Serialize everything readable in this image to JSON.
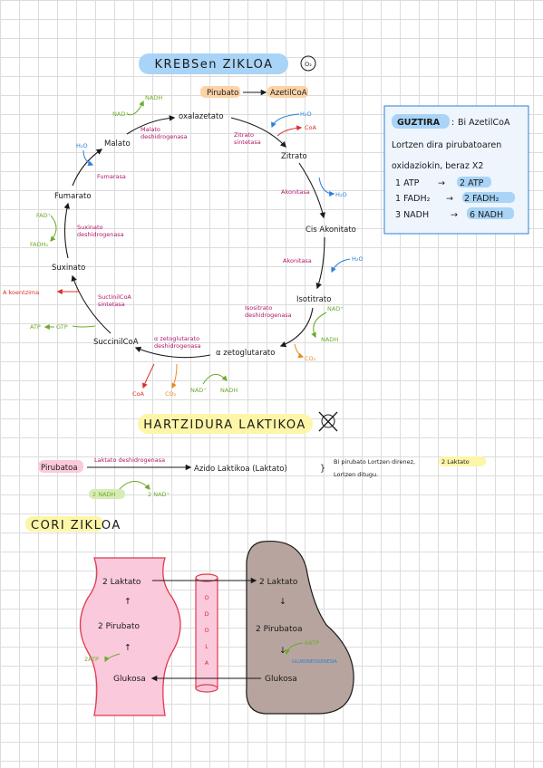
{
  "krebs": {
    "title": "KREBSen ZIKLOA",
    "o2_badge": "O₂",
    "piruvato": "Pirubato",
    "azetil": "AzetilCoA",
    "metabolites": {
      "oxalacetato": "oxalazetato",
      "citrato": "Zitrato",
      "cis_aconitato": "Cis Akonitato",
      "isocitrato": "Isotitrato",
      "alfa_ceto": "α zetoglutarato",
      "succinil": "SuccinilCoA",
      "succinato": "Suxinato",
      "fumarato": "Fumarato",
      "malato": "Malato"
    },
    "enzymes": {
      "citrato_sintetasa": [
        "Zitrato",
        "sintetasa"
      ],
      "akonitasa_1": "Akonitasa",
      "akonitasa_2": "Akonitasa",
      "isocitrato_dh": [
        "Isositrato",
        "deshidrogenasa"
      ],
      "alfa_dh": [
        "α zetoglutarato",
        "deshidrogenasa"
      ],
      "succinil_sint": [
        "SuctinilCoA",
        "sintetasa"
      ],
      "succinato_dh": [
        "Suxinato",
        "deshidrogenasa"
      ],
      "fumarasa": "Fumarasa",
      "malato_dh": [
        "Malato",
        "deshidrogenasa"
      ]
    },
    "cofactors": {
      "nadh_top": "NADH",
      "nad_top": "NAD⁺",
      "h2o_malato": "H₂O",
      "h2o_citrato": "H₂O",
      "coa_citrato": "CoA",
      "h2o_akonitasa": "H₂O",
      "h2o_cis": "H₂O",
      "fad": "FAD⁺",
      "fadh2": "FADH₂",
      "akoentzima": "A koentzima",
      "atp": "ATP",
      "gtp": "GTP",
      "nad_iso": "NAD⁺",
      "nadh_iso": "NADH",
      "co2_iso": "CO₂",
      "coa_bottom": "CoA",
      "co2_bottom": "CO₂",
      "nad_bottom": "NAD⁺",
      "nadh_bottom": "NADH"
    },
    "summary": {
      "head": "GUZTIRA",
      "lines": [
        "Bi AzetilCoA",
        "Lortzen dira pirubatoaren",
        "oxidaziokin, beraz X2"
      ],
      "rows": [
        {
          "lhs": "1 ATP",
          "rhs": "2 ATP"
        },
        {
          "lhs": "1 FADH₂",
          "rhs": "2 FADH₂"
        },
        {
          "lhs": "3 NADH",
          "rhs": "6 NADH"
        }
      ]
    }
  },
  "lactic": {
    "title": "HARTZIDURA LAKTIKOA",
    "substrate": "Pirubatoa",
    "enzyme": "Laktato deshidrogenasa",
    "product": "Azido Laktikoa (Laktato)",
    "nadh": "2 NADH",
    "nad": "2 NAD⁺",
    "note_1a": "Bi pirubato Lortzen direnez,",
    "note_1b": "2 Laktato",
    "note_2": "Lortzen ditugu."
  },
  "cori": {
    "title": "CORI ZIKLOA",
    "left": {
      "laktato": "2 Laktato",
      "pirubato": "2 Pirubato",
      "glukosa": "Glukosa",
      "atp": "2ATP"
    },
    "vessel_letters": [
      "O",
      "D",
      "O",
      "L",
      "A"
    ],
    "right": {
      "laktato": "2 Laktato",
      "pirubatoa": "2 Pirubatoa",
      "glukosa": "Glukosa",
      "atp": "6ATP",
      "gluconeo": "GLUKONEOGENESIA"
    }
  },
  "colors": {
    "magenta": "#b0166c",
    "green": "#6cab2b",
    "blue": "#2a80d6",
    "red": "#d9302a",
    "orange": "#e58a1f",
    "title_highlight": "#a9d4f7",
    "lactic_highlight": "#fdf6a8",
    "summary_box": "#2a80d6",
    "muscle_fill": "#fbc9dc",
    "muscle_stroke": "#e03a4a",
    "liver_fill": "#b7a49f"
  }
}
